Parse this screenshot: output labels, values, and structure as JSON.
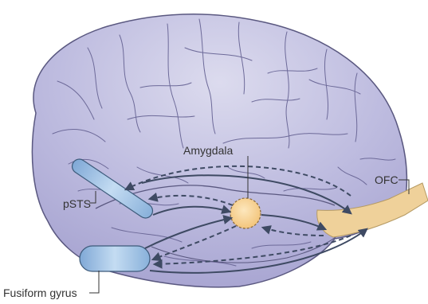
{
  "labels": {
    "amygdala": "Amygdala",
    "ofc": "OFC",
    "psts": "pSTS",
    "fusiform": "Fusiform gyrus"
  },
  "colors": {
    "brain_fill": "#b9b7dc",
    "brain_edge": "#5a5880",
    "sulcus": "#6d6a99",
    "region_blue": "#a9c9ea",
    "region_blue_edge": "#3d5a7a",
    "amygdala_fill": "#f6d08e",
    "ofc_fill": "#efd19a",
    "arrow": "#3e4a63",
    "label": "#333333"
  }
}
